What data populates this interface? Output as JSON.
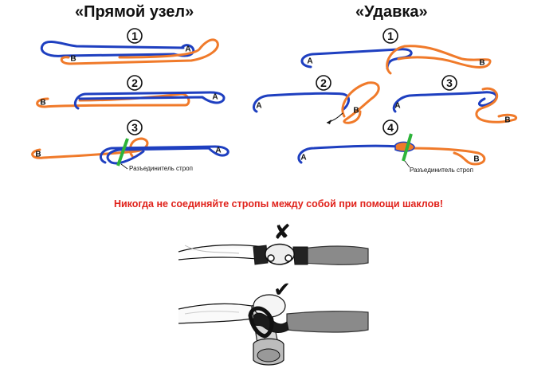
{
  "titles": {
    "reef": "«Прямой узел»",
    "choke": "«Удавка»"
  },
  "steps": [
    "1",
    "2",
    "3",
    "4"
  ],
  "loop_labels": {
    "a": "A",
    "b": "B"
  },
  "separator_note": "Разъединитель строп",
  "warning": "Никогда не соединяйте стропы между собой при помощи шаклов!",
  "marks": {
    "wrong": "✘",
    "right": "✔"
  },
  "colors": {
    "blue": "#1e3fc0",
    "orange": "#f07a2a",
    "green": "#2db33a",
    "warning": "#e0221b"
  }
}
